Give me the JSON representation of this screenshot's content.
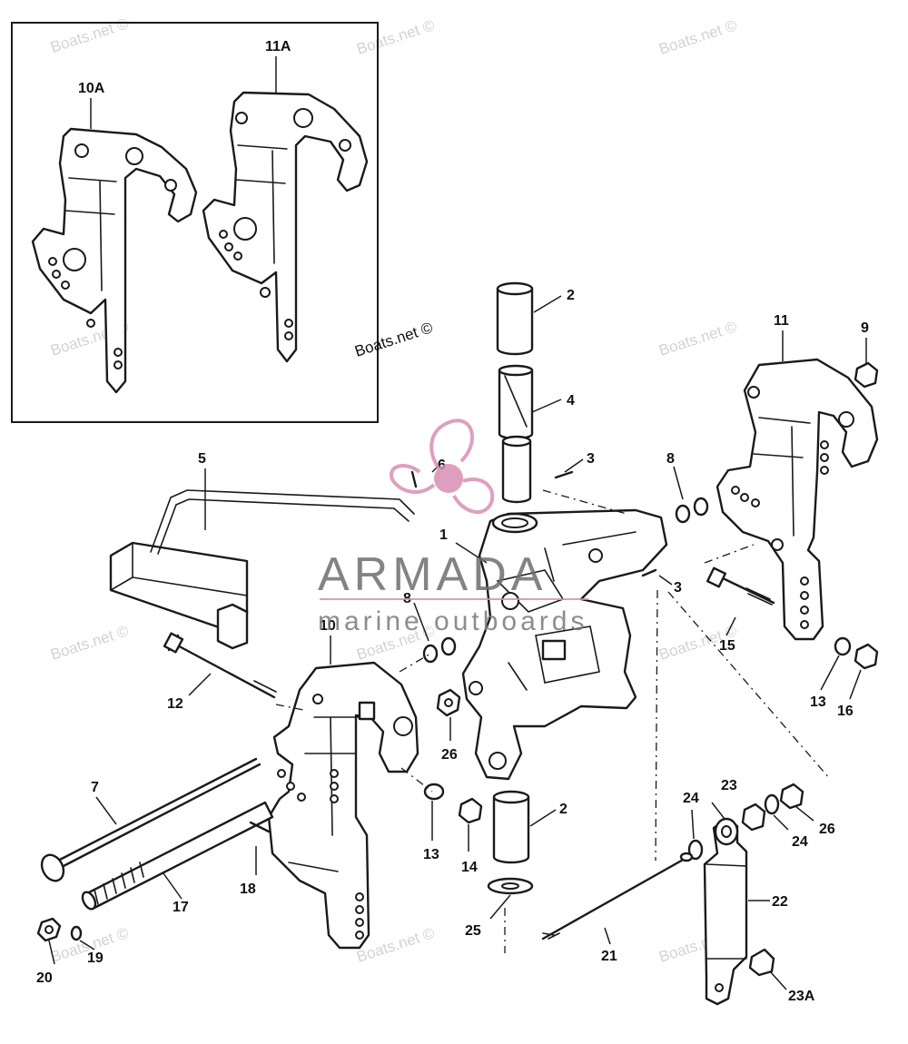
{
  "watermarks": {
    "site": "Boats.net ©"
  },
  "brand": {
    "name": "ARMADA",
    "tagline": "marine outboards",
    "accent_color": "#d98fb4"
  },
  "inset": {
    "labels": [
      "10A",
      "11A"
    ]
  },
  "callouts": {
    "c1": "1",
    "c2a": "2",
    "c2b": "2",
    "c3a": "3",
    "c3b": "3",
    "c4": "4",
    "c5": "5",
    "c6": "6",
    "c7": "7",
    "c8a": "8",
    "c8b": "8",
    "c9": "9",
    "c10": "10",
    "c11": "11",
    "c12": "12",
    "c13a": "13",
    "c13b": "13",
    "c14": "14",
    "c15": "15",
    "c16": "16",
    "c17": "17",
    "c18": "18",
    "c19": "19",
    "c20": "20",
    "c21": "21",
    "c22": "22",
    "c23": "23",
    "c23A": "23A",
    "c24a": "24",
    "c24b": "24",
    "c25": "25",
    "c26a": "26",
    "c26b": "26"
  }
}
